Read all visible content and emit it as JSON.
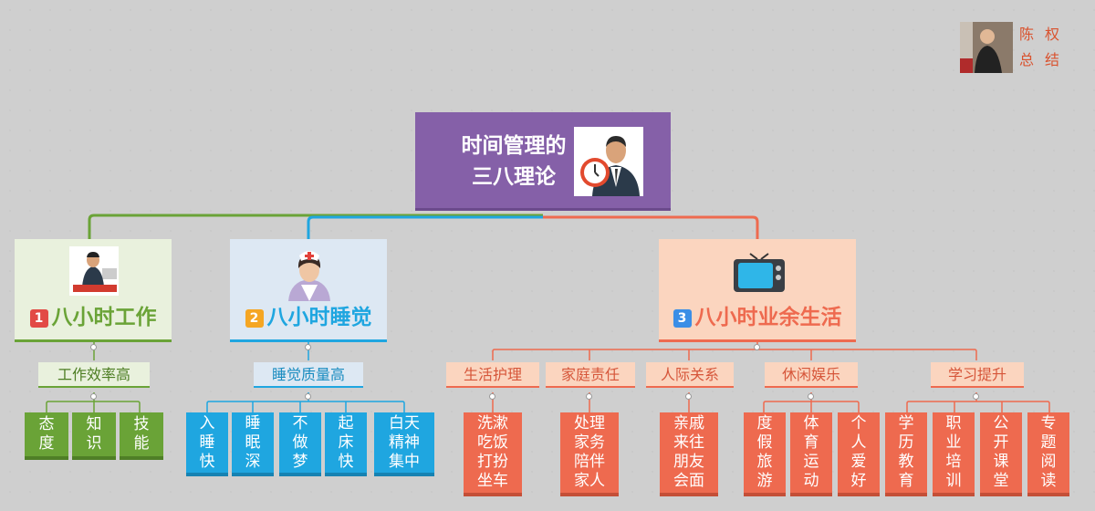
{
  "brand": {
    "chars": [
      "陈",
      "权",
      "总",
      "结"
    ]
  },
  "root": {
    "title": "时间管理的\n三八理论"
  },
  "branches": [
    {
      "num": "1",
      "title": "八小时工作",
      "color": "#6aa337"
    },
    {
      "num": "2",
      "title": "八小时睡觉",
      "color": "#1fa6e0"
    },
    {
      "num": "3",
      "title": "八小时业余生活",
      "color": "#ee6a4f"
    }
  ],
  "subs": {
    "work": "工作效率高",
    "sleep": "睡觉质量高",
    "life": [
      "生活护理",
      "家庭责任",
      "人际关系",
      "休闲娱乐",
      "学习提升"
    ]
  },
  "leaves": {
    "work": [
      "态度",
      "知识",
      "技能"
    ],
    "sleep": [
      "入睡快",
      "睡眠深",
      "不做梦",
      "起床快",
      "白天精神集中"
    ],
    "life": [
      "洗漱吃饭打扮坐车",
      "处理家务陪伴家人",
      "亲戚来往朋友会面",
      "度假旅游",
      "体育运动",
      "个人爱好",
      "学历教育",
      "职业培训",
      "公开课堂",
      "专题阅读"
    ]
  }
}
